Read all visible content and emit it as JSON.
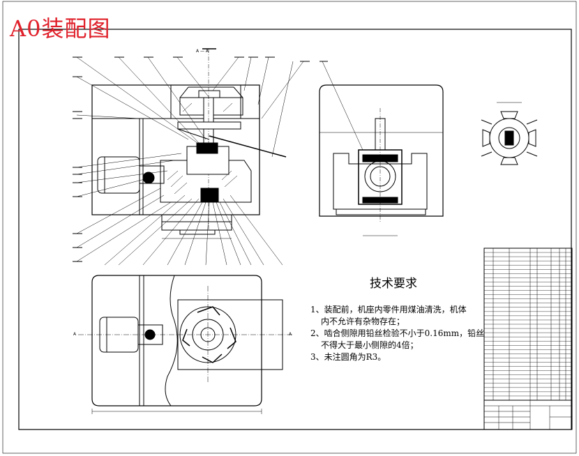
{
  "stamp": {
    "title": "A0装配图",
    "color": "#e0202a"
  },
  "technical_requirements": {
    "heading": "技术要求",
    "items": [
      "1、装配前，机座内零件用煤油清洗，机体",
      "内不允许有杂物存在；",
      "2、啮合侧隙用铅丝检验不小于0.16mm，铅丝",
      "不得大于最小侧隙的4倍；",
      "3、未注圆角为R3。"
    ]
  },
  "views": {
    "section_a": "A — A",
    "side_view_marker": "A",
    "plan_view_marker": "A"
  },
  "colors": {
    "line": "#000000",
    "paper": "#ffffff",
    "stamp": "#e0202a"
  }
}
